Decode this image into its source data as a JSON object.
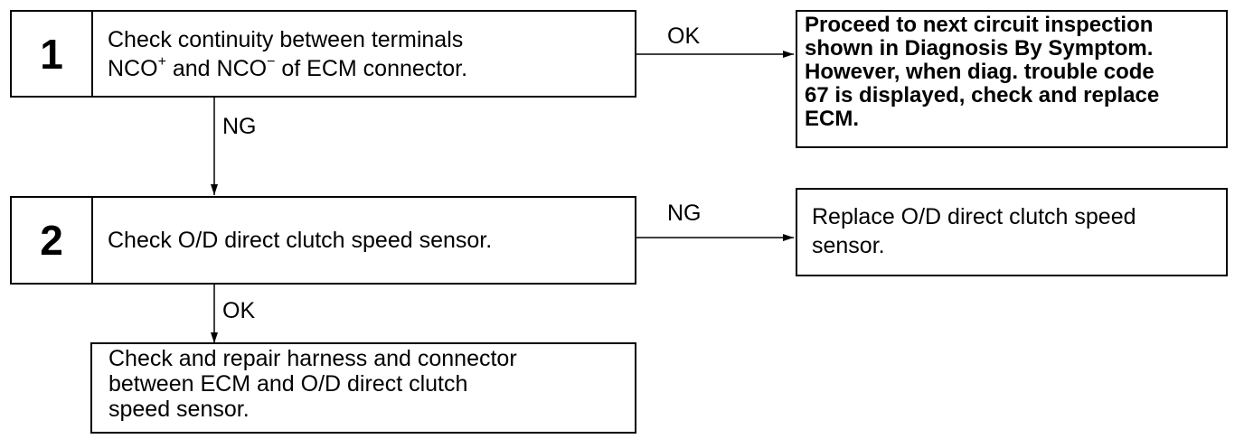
{
  "steps": [
    {
      "number": "1",
      "line1": "Check continuity between terminals",
      "line2": {
        "t1": "NCO",
        "sup1": "+",
        "t2": " and NCO",
        "sup2": "−",
        "t3": " of ECM connector."
      }
    },
    {
      "number": "2",
      "line1": "Check O/D direct clutch speed sensor."
    }
  ],
  "results": {
    "step1_ok": [
      "Proceed to next circuit inspection",
      "shown in Diagnosis By Symptom.",
      "However, when diag. trouble code",
      "67 is displayed, check and replace",
      "ECM."
    ],
    "step2_ng": [
      "Replace O/D direct clutch speed",
      "sensor."
    ],
    "step2_ok": [
      "Check and repair harness and connector",
      "between ECM and O/D direct clutch",
      "speed sensor."
    ]
  },
  "labels": {
    "step1_right": "OK",
    "step1_down": "NG",
    "step2_right": "NG",
    "step2_down": "OK"
  }
}
